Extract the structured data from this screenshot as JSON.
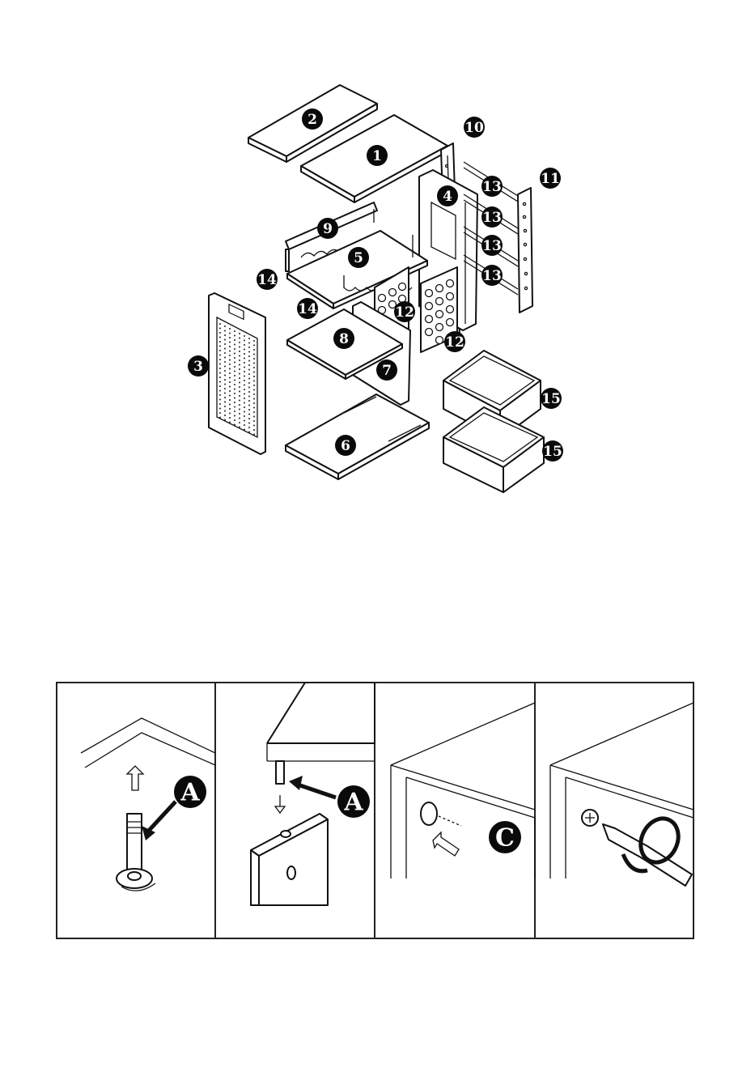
{
  "parts": [
    {
      "id": "part-2",
      "label": "2"
    },
    {
      "id": "part-1",
      "label": "1"
    },
    {
      "id": "part-10",
      "label": "10"
    },
    {
      "id": "part-11",
      "label": "11"
    },
    {
      "id": "part-4",
      "label": "4"
    },
    {
      "id": "part-13a",
      "label": "13"
    },
    {
      "id": "part-13b",
      "label": "13"
    },
    {
      "id": "part-13c",
      "label": "13"
    },
    {
      "id": "part-13d",
      "label": "13"
    },
    {
      "id": "part-9",
      "label": "9"
    },
    {
      "id": "part-5",
      "label": "5"
    },
    {
      "id": "part-14a",
      "label": "14"
    },
    {
      "id": "part-14b",
      "label": "14"
    },
    {
      "id": "part-12a",
      "label": "12"
    },
    {
      "id": "part-12b",
      "label": "12"
    },
    {
      "id": "part-3",
      "label": "3"
    },
    {
      "id": "part-8",
      "label": "8"
    },
    {
      "id": "part-7",
      "label": "7"
    },
    {
      "id": "part-15a",
      "label": "15"
    },
    {
      "id": "part-15b",
      "label": "15"
    },
    {
      "id": "part-6",
      "label": "6"
    }
  ],
  "steps": [
    {
      "id": "step-1",
      "hardware": "A"
    },
    {
      "id": "step-2",
      "hardware": "A"
    },
    {
      "id": "step-3",
      "hardware": "C"
    },
    {
      "id": "step-4",
      "hardware": ""
    }
  ]
}
